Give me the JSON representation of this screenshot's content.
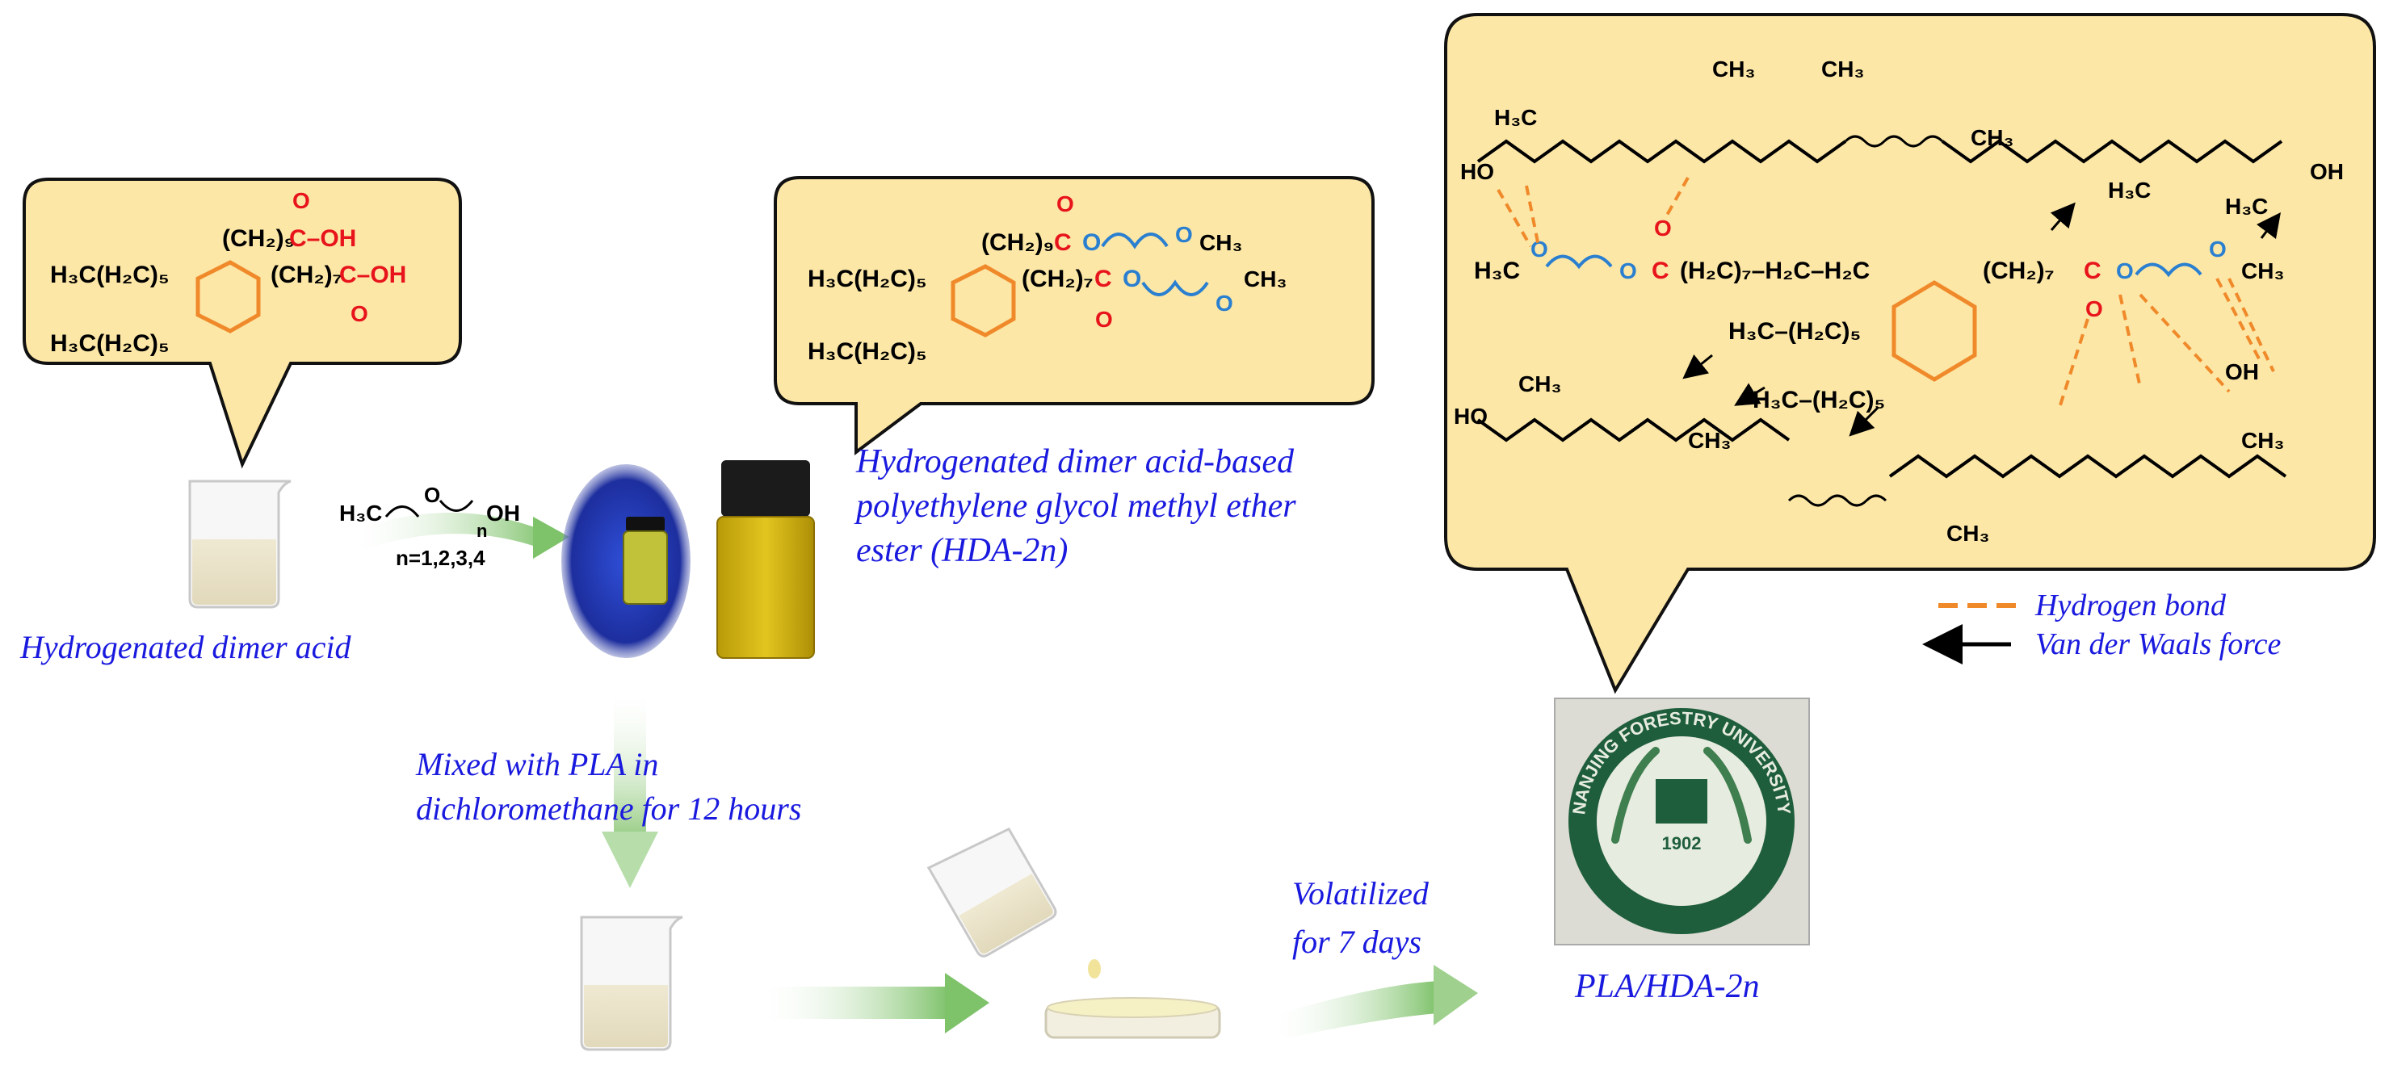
{
  "labels": {
    "hda": "Hydrogenated dimer acid",
    "hda2n_line1": "Hydrogenated dimer acid-based",
    "hda2n_line2": "polyethylene glycol methyl ether",
    "hda2n_line3": "ester (HDA-2n)",
    "mixed_line1": "Mixed with PLA in",
    "mixed_line2": "dichloromethane for 12 hours",
    "volat_line1": "Volatilized",
    "volat_line2": "for 7 days",
    "product": "PLA/HDA-2n",
    "n_values": "n=1,2,3,4"
  },
  "legend": {
    "hbond": "Hydrogen bond",
    "vdw": "Van der Waals force"
  },
  "chem": {
    "h3c": "H₃C",
    "oh": "OH",
    "o": "O",
    "n": "n",
    "c": "C",
    "ch3": "CH₃",
    "ho": "HO",
    "alkyl_a": "H₃C(H₂C)₅",
    "ch2_9": "(CH₂)₉",
    "ch2_7": "(CH₂)₇",
    "c_oh": "C–OH",
    "chain_mid": "(H₂C)₇–H₂C–H₂C",
    "alkyl_b": "H₃C–(H₂C)₅"
  },
  "seal": {
    "text": "NANJING FORESTRY UNIVERSITY",
    "year": "1902"
  },
  "colors": {
    "callout_fill": "#fce7a6",
    "label_blue": "#1a1adf",
    "chem_red": "#e8141c",
    "chem_blue": "#2a7fd0",
    "ring_orange": "#f0892a",
    "arrow_green": "#7ec26a"
  }
}
